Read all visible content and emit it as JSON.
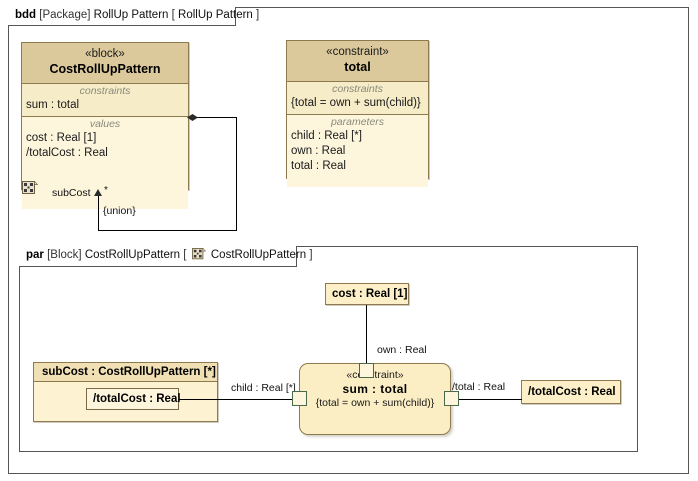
{
  "diagram": {
    "outer_frame": {
      "kind": "bdd",
      "type": "[Package]",
      "name": "RollUp Pattern",
      "bracket_open": "[",
      "diagram_name": "RollUp Pattern",
      "bracket_close": "]"
    },
    "inner_frame": {
      "kind": "par",
      "type": "[Block]",
      "name": "CostRollUpPattern",
      "bracket_open": "[",
      "icon": "parametric-diagram-icon",
      "diagram_name": "CostRollUpPattern",
      "bracket_close": "]"
    }
  },
  "blocks": {
    "cost_rollup_pattern": {
      "stereotype": "«block»",
      "name": "CostRollUpPattern",
      "constraints_title": "constraints",
      "constraints": [
        "sum : total"
      ],
      "values_title": "values",
      "values": [
        "cost : Real [1]",
        "/totalCost : Real"
      ],
      "icon": "parametric-diagram-icon"
    },
    "total_constraint": {
      "stereotype": "«constraint»",
      "name": "total",
      "constraints_title": "constraints",
      "constraints": [
        "{total = own + sum(child)}"
      ],
      "parameters_title": "parameters",
      "parameters": [
        "child : Real [*]",
        "own : Real",
        "total : Real"
      ]
    }
  },
  "association": {
    "end_name": "subCost",
    "multiplicity": "*",
    "property": "{union}"
  },
  "parametric": {
    "cost_property": "cost : Real [1]",
    "subcost_part": {
      "header": "subCost : CostRollUpPattern [*]",
      "inner_property": "/totalCost : Real"
    },
    "sum_constraint": {
      "stereotype": "«constraint»",
      "name": "sum : total",
      "expression": "{total = own + sum(child)}"
    },
    "total_cost_property": "/totalCost : Real",
    "connector_labels": {
      "own": "own : Real",
      "child": "child : Real [*]",
      "total": "/total : Real"
    }
  },
  "colors": {
    "block_header": "#dbc99c",
    "block_body": "#fdf3d3",
    "border": "#8d7a4f",
    "port_border": "#4a6b4a",
    "frame_border": "#555555",
    "line": "#000000"
  }
}
